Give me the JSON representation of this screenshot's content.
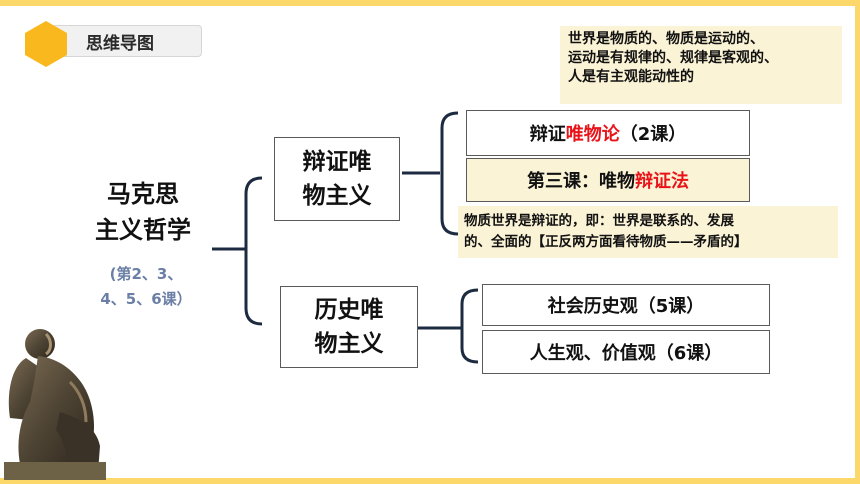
{
  "header": {
    "title": "思维导图"
  },
  "root": {
    "line1": "马克思",
    "line2": "主义哲学",
    "sub_line1": "(第2、3、",
    "sub_line2": "4、5、6课）"
  },
  "branches": {
    "dialectical": {
      "line1": "辩证唯",
      "line2": "物主义",
      "children": {
        "c1_prefix": "辩证",
        "c1_red": "唯物论",
        "c1_suffix": "（2课）",
        "c2_prefix": "第三课：唯物",
        "c2_red": "辩证法"
      }
    },
    "historical": {
      "line1": "历史唯",
      "line2": "物主义",
      "children": {
        "c1": "社会历史观（5课）",
        "c2": "人生观、价值观（6课）"
      }
    }
  },
  "notes": {
    "top": {
      "line1": "世界是物质的、物质是运动的、",
      "line2": "运动是有规律的、规律是客观的、",
      "line3": "人是有主观能动性的"
    },
    "bottom": {
      "line1": "物质世界是辩证的，即：世界是联系的、发展",
      "line2": "的、全面的【正反两方面看待物质——矛盾的】"
    }
  },
  "colors": {
    "accent_yellow": "#fcd86a",
    "hex_orange": "#f8b81e",
    "highlight_red": "#e8141a",
    "note_background": "#fbf3d6",
    "subtitle_blue": "#6b7fa6"
  },
  "image": {
    "statue": "thinker-statue"
  }
}
